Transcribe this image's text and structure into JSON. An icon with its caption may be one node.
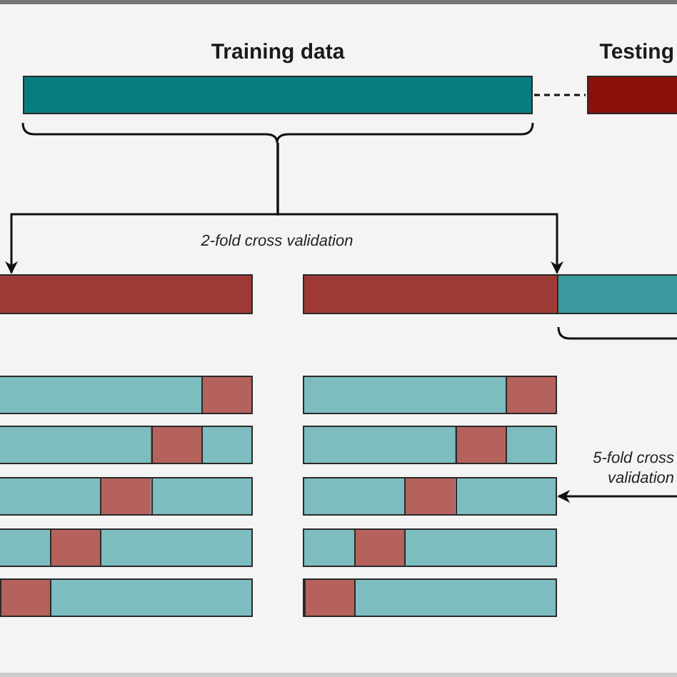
{
  "diagram": {
    "nodes": [
      {
        "text": [
          "Training data"
        ]
      },
      {
        "text": [
          "Testing"
        ]
      },
      {
        "text": [],
        "shape": "bar"
      },
      {
        "text": [],
        "shape": "bar"
      },
      {
        "text": [],
        "shape": "bar"
      },
      {
        "text": [],
        "shape": "bar"
      },
      {
        "text": [],
        "shape": "bar"
      },
      {
        "text": [],
        "shape": "bar"
      },
      {
        "text": [],
        "shape": "bar"
      },
      {
        "text": [],
        "shape": "bar"
      },
      {
        "text": [],
        "shape": "bar"
      },
      {
        "text": [],
        "shape": "bar"
      },
      {
        "text": [],
        "shape": "bar"
      },
      {
        "text": [],
        "shape": "bar"
      }
    ],
    "edges": [
      {
        "from": 0,
        "to": 1,
        "arrow": "none",
        "style": "dashed"
      },
      {
        "from": 0,
        "to": 2,
        "arrow": "to"
      },
      {
        "from": 0,
        "to": 3,
        "arrow": "to"
      },
      {
        "from": null,
        "to": 9,
        "arrow": "to"
      }
    ],
    "labels": [
      "2-fold cross validation",
      "5-fold cross validation"
    ]
  }
}
